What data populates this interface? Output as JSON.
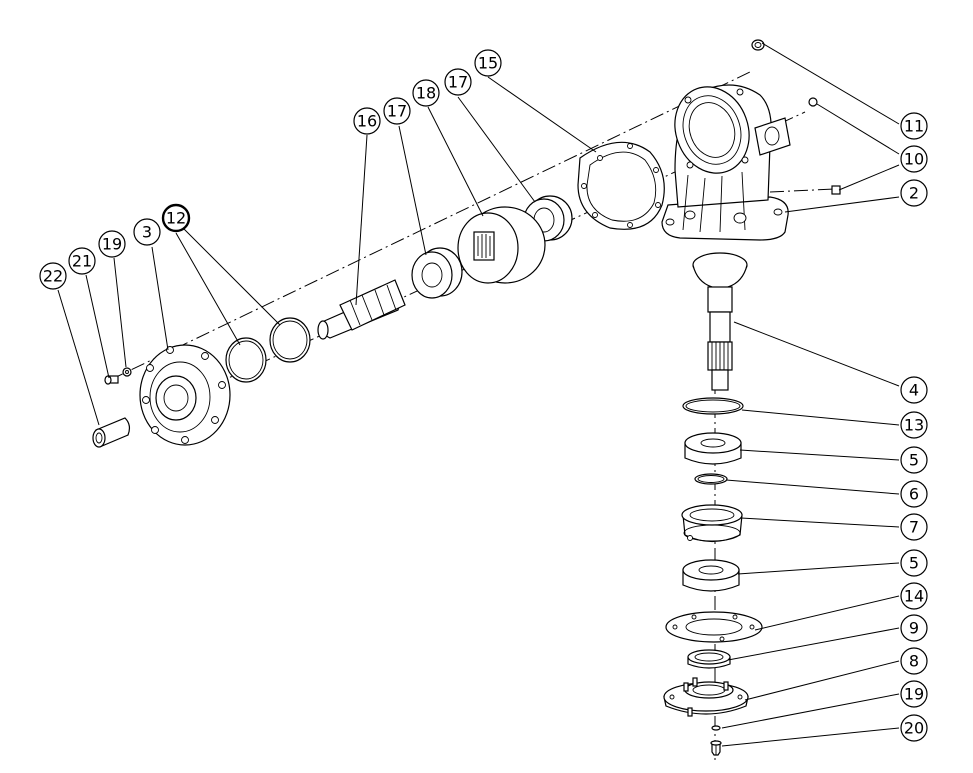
{
  "labels": [
    {
      "id": "l22",
      "text": "22"
    },
    {
      "id": "l21",
      "text": "21"
    },
    {
      "id": "l19a",
      "text": "19"
    },
    {
      "id": "l3",
      "text": "3"
    },
    {
      "id": "l12",
      "text": "12"
    },
    {
      "id": "l16",
      "text": "16"
    },
    {
      "id": "l17a",
      "text": "17"
    },
    {
      "id": "l18",
      "text": "18"
    },
    {
      "id": "l17b",
      "text": "17"
    },
    {
      "id": "l15",
      "text": "15"
    },
    {
      "id": "l11",
      "text": "11"
    },
    {
      "id": "l10",
      "text": "10"
    },
    {
      "id": "l2",
      "text": "2"
    },
    {
      "id": "l4",
      "text": "4"
    },
    {
      "id": "l13",
      "text": "13"
    },
    {
      "id": "l5a",
      "text": "5"
    },
    {
      "id": "l6",
      "text": "6"
    },
    {
      "id": "l7",
      "text": "7"
    },
    {
      "id": "l5b",
      "text": "5"
    },
    {
      "id": "l14",
      "text": "14"
    },
    {
      "id": "l9",
      "text": "9"
    },
    {
      "id": "l8",
      "text": "8"
    },
    {
      "id": "l19b",
      "text": "19"
    },
    {
      "id": "l20",
      "text": "20"
    }
  ]
}
